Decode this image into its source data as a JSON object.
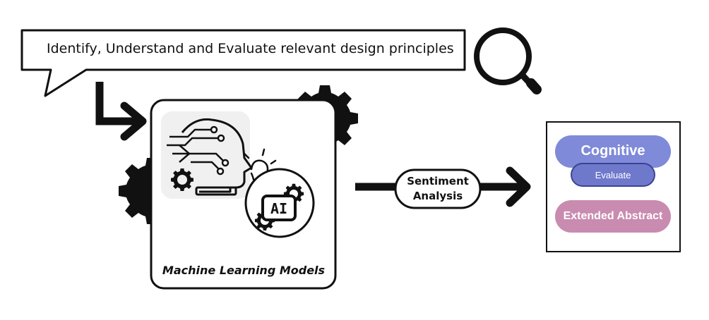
{
  "speech": {
    "text": "Identify, Understand and Evaluate relevant design principles"
  },
  "ml_box": {
    "title": "Machine Learning Models",
    "chip_label": "AI"
  },
  "sentiment": {
    "line1": "Sentiment",
    "line2": "Analysis"
  },
  "outcome": {
    "cognitive": "Cognitive",
    "evaluate": "Evaluate",
    "extended": "Extended Abstract"
  },
  "colors": {
    "cognitive": "#7f8ad8",
    "evaluate": "#6f79cc",
    "extended": "#c98bb0",
    "stroke": "#111111"
  },
  "icons": [
    "magnifier-icon",
    "gear-icon",
    "ai-head-icon",
    "ai-chip-icon",
    "arrow-icon",
    "lightbulb-icon"
  ]
}
